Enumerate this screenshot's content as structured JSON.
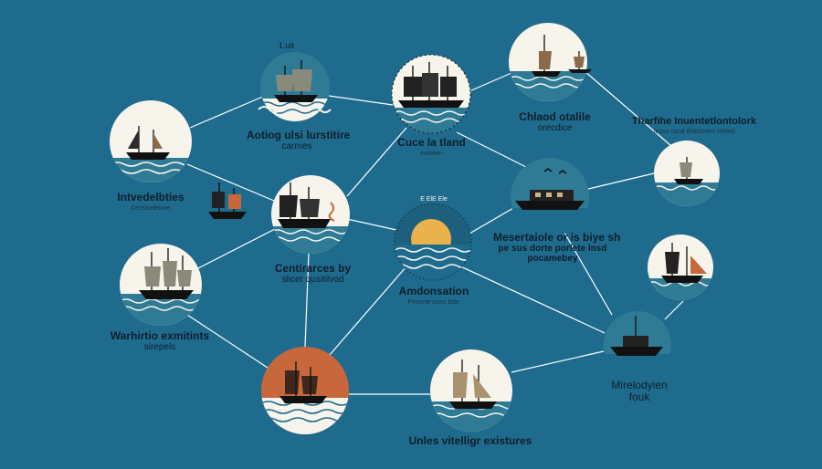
{
  "palette": {
    "background": "#1f6b8e",
    "node_fill": "#f7f4ec",
    "teal_fill": "#2f7b96",
    "sun": "#e9b24c",
    "rust": "#c8673c",
    "wave": "#1f6b8e",
    "ink": "#111111",
    "link": "#ffffff"
  },
  "labels": {
    "top_small": "1.uit",
    "node_a_title": "Aotiog ulsi lurstitire",
    "node_a_sub": "carmes",
    "node_b_title": "Cuce la tland",
    "node_b_sub": "entidetn",
    "node_c_title": "Chlaod otalile",
    "node_c_sub": "orecdice",
    "node_d_title": "Tharfihe Inuentetlontolork",
    "node_d_sub": "lesse cand dhlessoen Hoted",
    "node_e_title": "Intvedelbties",
    "node_e_sub": "Derisiseleicoe",
    "node_f_title": "Centirarces by",
    "node_f_sub": "slicer qusitilvod",
    "node_g_title": "Amdonsation",
    "node_g_sub": "Penerte ocen tiste",
    "node_h_title": "Mesertaiole or is biye sh",
    "node_h_sub": "pe sus dorte porlete lnsd",
    "node_h_sub2": "pocamebey",
    "node_i_title": "Warhirtio exmitints",
    "node_i_sub": "sirepels",
    "node_j_title": "Mirelodyien",
    "node_j_sub": "fouk",
    "node_k_title": "Unles vitelligr existures",
    "node_center_tag": "E ElE Ele"
  }
}
